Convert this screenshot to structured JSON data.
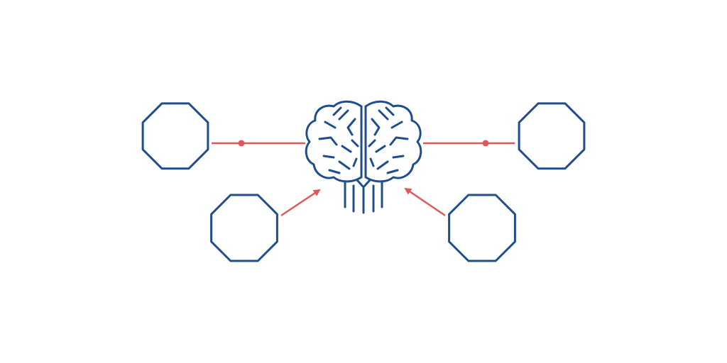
{
  "colors": {
    "background": "#ffffff",
    "node_stroke": "#1f4e8f",
    "connector": "#e0575b",
    "brain_stroke": "#1f4e8f"
  },
  "icons": {
    "center": "brain-circuit-icon",
    "node_shape": "octagon"
  },
  "diagram": {
    "nodes": [
      {
        "name": "node-top-left",
        "label": ""
      },
      {
        "name": "node-top-right",
        "label": ""
      },
      {
        "name": "node-bottom-left",
        "label": ""
      },
      {
        "name": "node-bottom-right",
        "label": ""
      }
    ],
    "connections": [
      {
        "from": "node-top-left",
        "to": "brain",
        "style": "line-with-dot"
      },
      {
        "from": "node-top-right",
        "to": "brain",
        "style": "line-with-dot"
      },
      {
        "from": "node-bottom-left",
        "to": "brain",
        "style": "arrow"
      },
      {
        "from": "node-bottom-right",
        "to": "brain",
        "style": "arrow"
      }
    ]
  }
}
